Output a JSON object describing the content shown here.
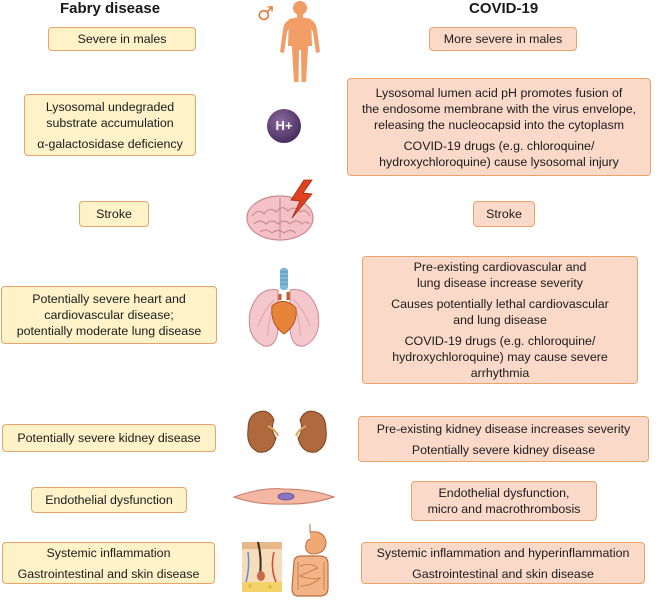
{
  "headers": {
    "fabry": "Fabry disease",
    "covid": "COVID-19"
  },
  "male_symbol": "♂",
  "proton_label": "H+",
  "colors": {
    "fabry_box": "#fdf2c8",
    "covid_box": "#fbd9c9",
    "border": "#e8a46a",
    "body": "#f0a06a"
  },
  "rows": [
    {
      "fabry": [
        "Severe in males"
      ],
      "covid": [
        "More severe in males"
      ]
    },
    {
      "fabry": [
        "Lysosomal undegraded",
        "substrate accumulation",
        "α-galactosidase deficiency"
      ],
      "covid": [
        "Lysosomal lumen acid pH promotes fusion of",
        "the endosome membrane with the virus envelope,",
        "releasing the nucleocapsid into the cytoplasm",
        "COVID-19 drugs (e.g. chloroquine/",
        "hydroxychloroquine) cause lysosomal injury"
      ]
    },
    {
      "fabry": [
        "Stroke"
      ],
      "covid": [
        "Stroke"
      ]
    },
    {
      "fabry": [
        "Potentially severe heart and",
        "cardiovascular disease;",
        "potentially moderate lung disease"
      ],
      "covid": [
        "Pre-existing cardiovascular and",
        "lung disease increase severity",
        "Causes potentially lethal cardiovascular",
        "and lung disease",
        "COVID-19 drugs (e.g. chloroquine/",
        "hydroxychloroquine) may cause severe",
        "arrhythmia"
      ]
    },
    {
      "fabry": [
        "Potentially severe kidney disease"
      ],
      "covid": [
        "Pre-existing kidney disease increases severity",
        "Potentially severe kidney disease"
      ]
    },
    {
      "fabry": [
        "Endothelial dysfunction"
      ],
      "covid": [
        "Endothelial dysfunction,",
        "micro and macrothrombosis"
      ]
    },
    {
      "fabry": [
        "Systemic inflammation",
        "Gastrointestinal and skin disease"
      ],
      "covid": [
        "Systemic inflammation and hyperinflammation",
        "Gastrointestinal and skin disease"
      ]
    }
  ]
}
